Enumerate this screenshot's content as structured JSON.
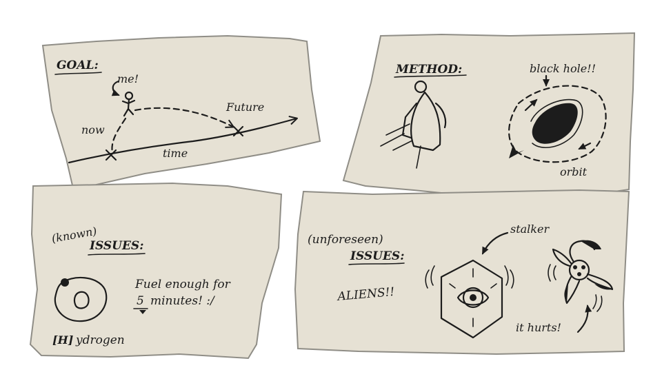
{
  "panel_goal": {
    "heading": "GOAL:",
    "label_me": "me!",
    "label_now": "now",
    "label_future": "Future",
    "label_time": "time"
  },
  "panel_method": {
    "heading": "METHOD:",
    "label_black_hole": "black hole!!",
    "label_orbit": "orbit"
  },
  "panel_known_issues": {
    "prefix": "(known)",
    "heading": "ISSUES:",
    "fuel_line1": "Fuel enough for",
    "fuel_amount": "5",
    "fuel_line2": "minutes! :/",
    "element_symbol": "[H]",
    "element_rest": "ydrogen"
  },
  "panel_unforeseen_issues": {
    "prefix": "(unforeseen)",
    "heading": "ISSUES:",
    "aliens": "ALIENS!!",
    "label_stalker": "stalker",
    "label_it_hurts": "it hurts!"
  }
}
